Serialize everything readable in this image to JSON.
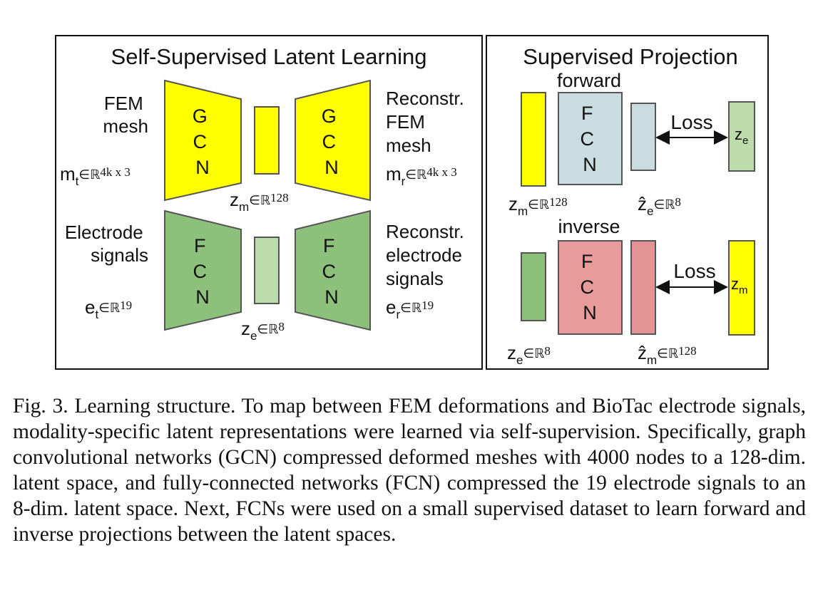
{
  "left_panel": {
    "title": "Self-Supervised Latent Learning",
    "fem_mesh_label": [
      "FEM",
      "mesh"
    ],
    "gcn_letters": [
      "G",
      "C",
      "N"
    ],
    "fcn_letters": [
      "F",
      "C",
      "N"
    ],
    "m_t": {
      "base": "m",
      "sub": "t",
      "set": "∈ℝ",
      "sup": "4k x 3"
    },
    "z_m": {
      "base": "z",
      "sub": "m",
      "set": "∈ℝ",
      "sup": "128"
    },
    "recon_fem_label": [
      "Reconstr.",
      "FEM",
      "mesh"
    ],
    "m_r": {
      "base": "m",
      "sub": "r",
      "set": "∈ℝ",
      "sup": "4k x 3"
    },
    "electrode_label": [
      "Electrode",
      "signals"
    ],
    "e_t": {
      "base": "e",
      "sub": "t",
      "set": "∈ℝ",
      "sup": "19"
    },
    "z_e": {
      "base": "z",
      "sub": "e",
      "set": "∈ℝ",
      "sup": "8"
    },
    "recon_electrode_label": [
      "Reconstr.",
      "electrode",
      "signals"
    ],
    "e_r": {
      "base": "e",
      "sub": "r",
      "set": "∈ℝ",
      "sup": "19"
    }
  },
  "right_panel": {
    "title": "Supervised Projection",
    "forward_label": "forward",
    "inverse_label": "inverse",
    "loss_label": "Loss",
    "fcn_letters": [
      "F",
      "C",
      "N"
    ],
    "fwd_in": {
      "base": "z",
      "sub": "m",
      "set": "∈ℝ",
      "sup": "128"
    },
    "fwd_out": {
      "base": "ẑ",
      "sub": "e",
      "set": "∈ℝ",
      "sup": "8"
    },
    "fwd_target": {
      "base": "z",
      "sub": "e"
    },
    "inv_in": {
      "base": "z",
      "sub": "e",
      "set": "∈ℝ",
      "sup": "8"
    },
    "inv_out": {
      "base": "ẑ",
      "sub": "m",
      "set": "∈ℝ",
      "sup": "128"
    },
    "inv_target": {
      "base": "z",
      "sub": "m"
    }
  },
  "colors": {
    "yellow": "#ffff00",
    "green": "#8dc07a",
    "light_green": "#bcdcab",
    "light_blue": "#c9dce0",
    "pink": "#e89b9b",
    "pink_dark": "#e39393",
    "stroke": "#555555"
  },
  "caption": "Fig. 3.   Learning structure. To map between FEM deformations and BioTac electrode signals, modality-specific latent representations were learned via self-supervision. Specifically, graph convolutional networks (GCN) compressed deformed meshes with 4000 nodes to a 128-dim. latent space, and fully-connected networks (FCN) compressed the 19 electrode signals to an 8-dim. latent space. Next, FCNs were used on a small supervised dataset to learn forward and inverse projections between the latent spaces."
}
